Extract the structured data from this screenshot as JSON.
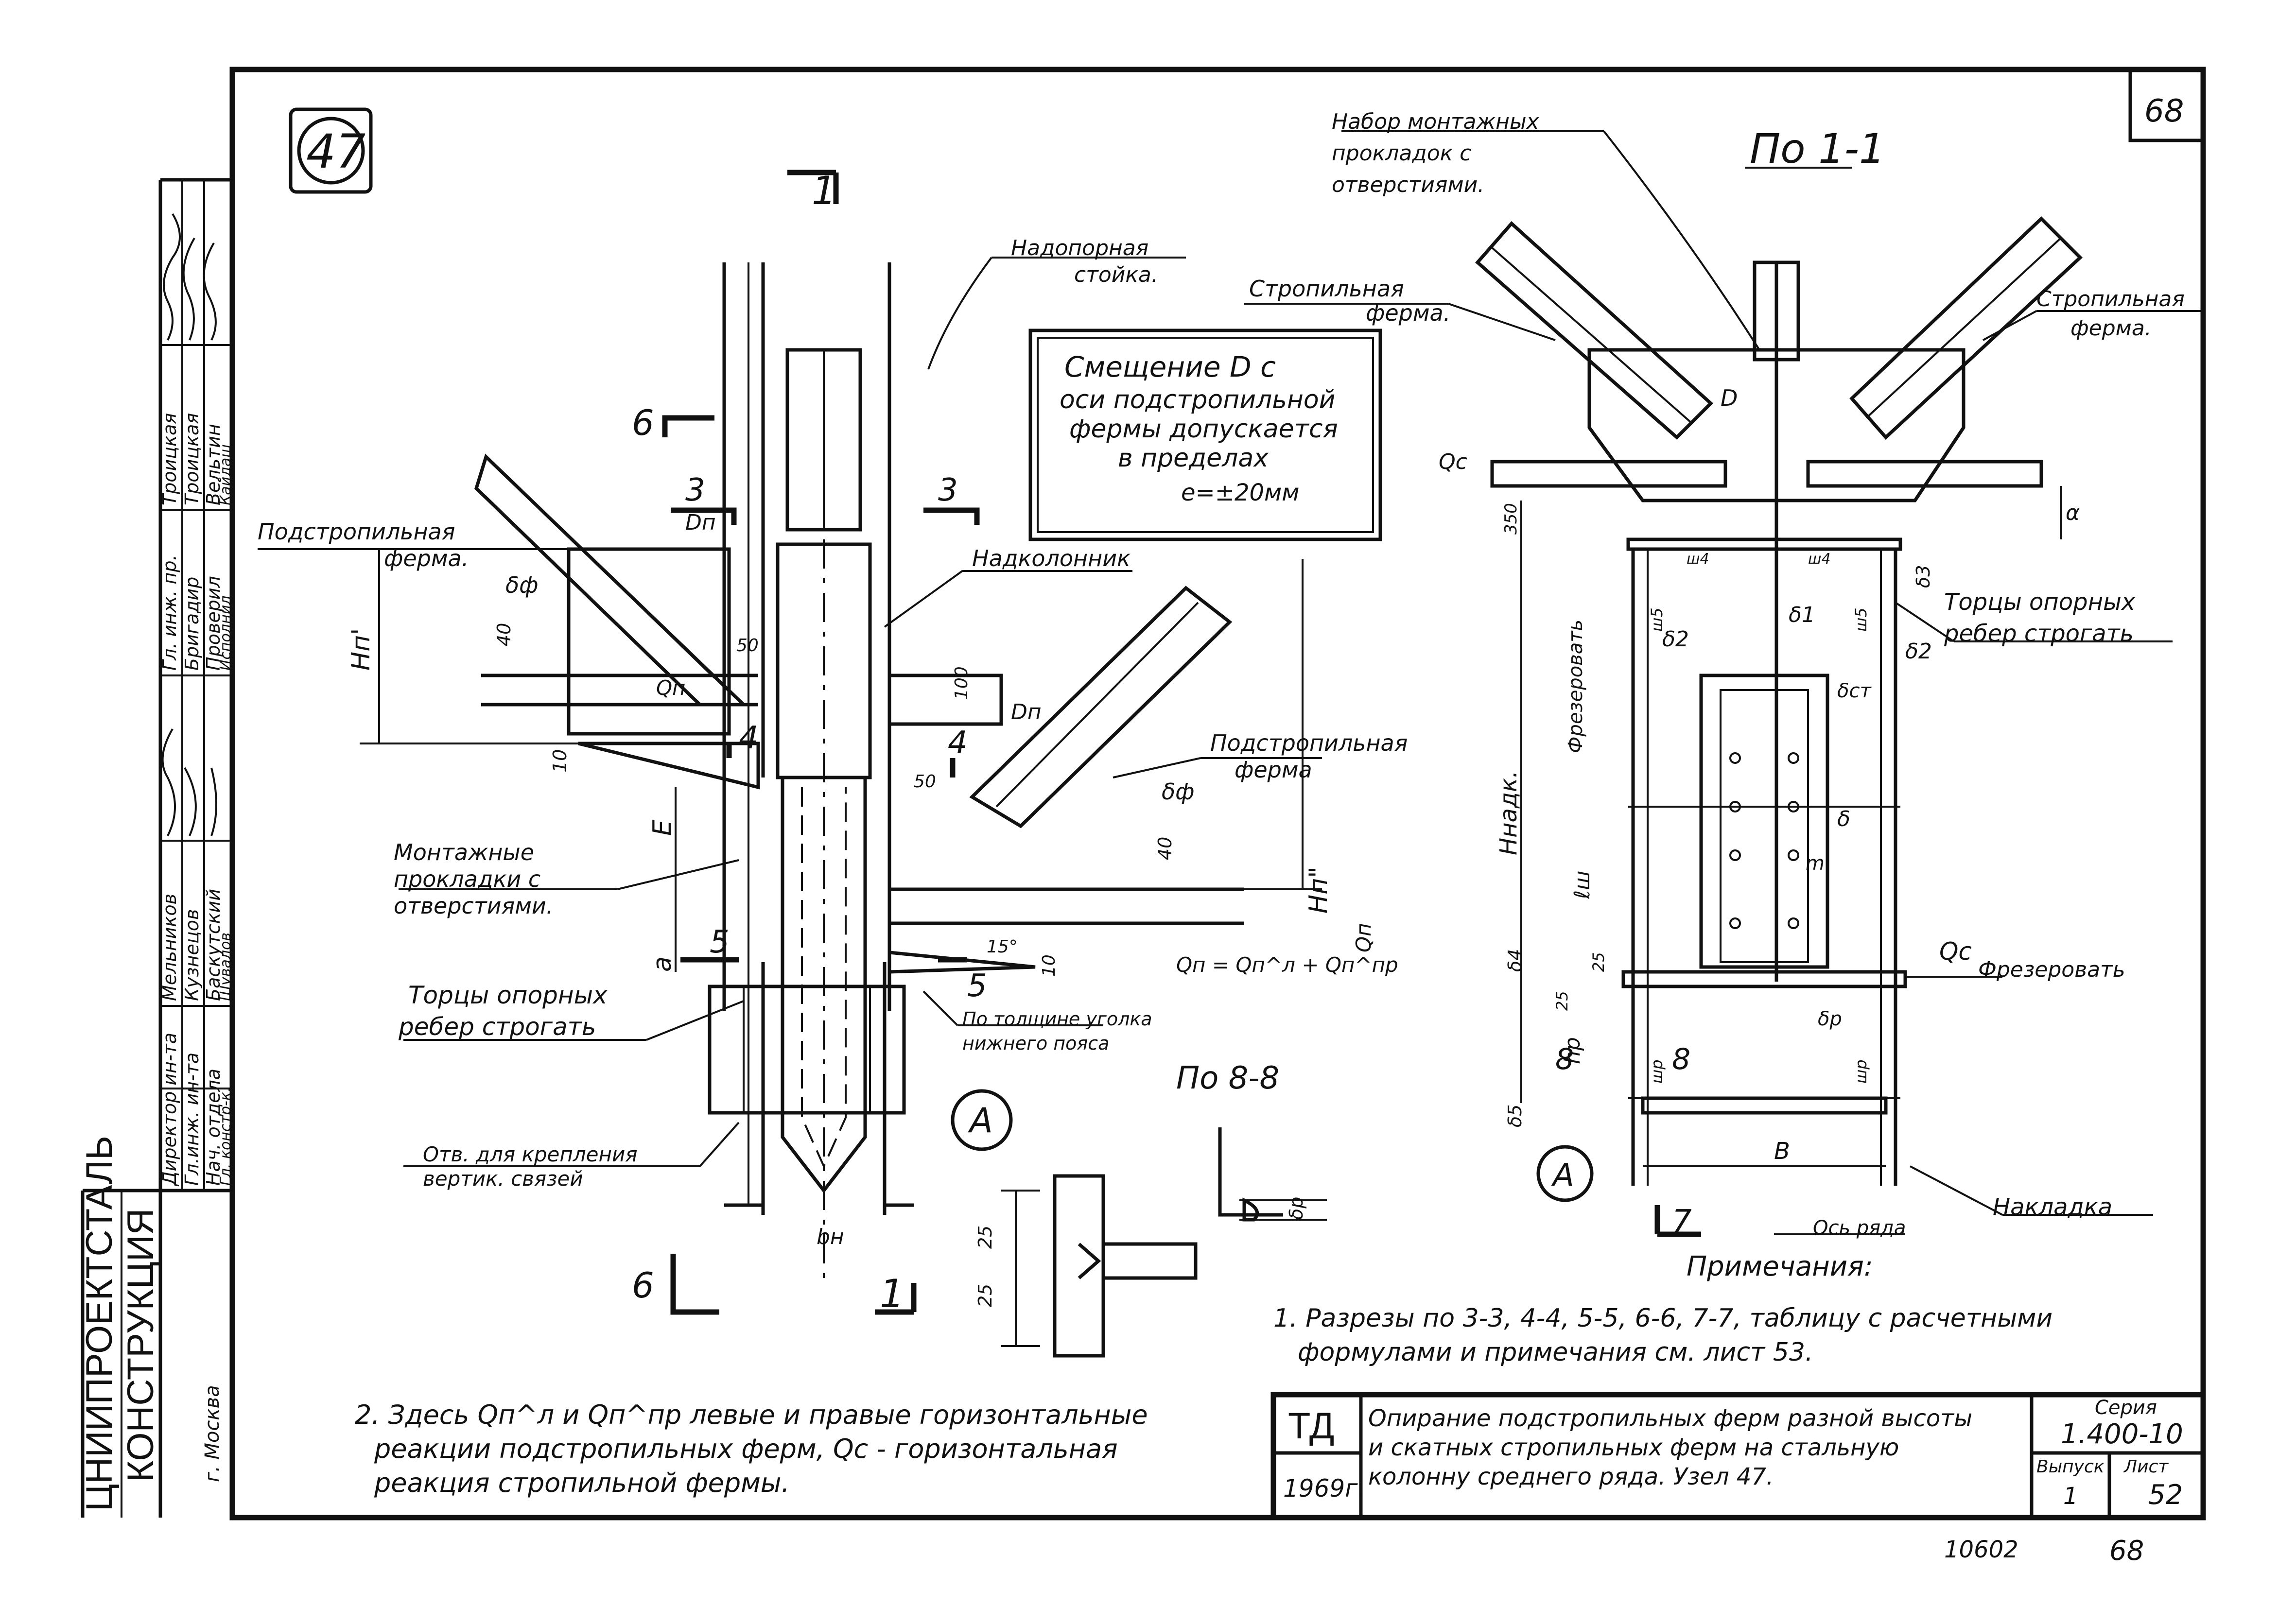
{
  "sheet": {
    "node_number": "47",
    "page_number_top": "68",
    "archive_number": "10602",
    "page_number_bottom": "68"
  },
  "side_stamp": {
    "org_line1": "ЦНИИПРОЕКТСТАЛЬ",
    "org_line2": "КОНСТРУКЦИЯ",
    "city": "г. Москва",
    "roles": [
      "Директор ин-та",
      "Гл.инж. ин-та",
      "Нач. отдела",
      "Гл. констр-к.",
      "Гл. инж. пр.",
      "Бригадир",
      "Проверил",
      "Исполнил"
    ],
    "names": [
      "Мельников",
      "Кузнецов",
      "Баскутский",
      "Шувалов",
      "Троицкая",
      "Троицкая",
      "Вельтин",
      "Кайдаш"
    ]
  },
  "title_block": {
    "code": "ТД",
    "year": "1969г.",
    "title_line1": "Опирание подстропильных ферм разной высоты",
    "title_line2": "и скатных стропильных ферм на стальную",
    "title_line3": "колонну среднего ряда. Узел 47.",
    "series_label": "Серия",
    "series_value": "1.400-10",
    "issue_label": "Выпуск",
    "issue_value": "1",
    "sheet_label": "Лист",
    "sheet_value": "52"
  },
  "left_view": {
    "section_1_top": "1",
    "section_1_bottom": "1",
    "section_6_top": "6",
    "section_6_bottom": "6",
    "section_3_left": "3",
    "section_3_right": "3",
    "section_4_left": "4",
    "section_4_right": "4",
    "section_5_left": "5",
    "section_5_right": "5",
    "label_nadopornaya": "Надопорная",
    "label_stoyka": "стойка.",
    "label_podstrop_left_1": "Подстропильная",
    "label_podstrop_left_2": "ферма.",
    "label_nadkolonnik": "Надколонник",
    "label_podstrop_right_1": "Подстропильная",
    "label_podstrop_right_2": "ферма",
    "label_montazh_1": "Монтажные",
    "label_montazh_2": "прокладки с",
    "label_montazh_3": "отверстиями.",
    "label_tortsy_1": "Торцы опорных",
    "label_tortsy_2": "ребер строгать",
    "label_otv_1": "Отв. для крепления",
    "label_otv_2": "вертик. связей",
    "label_po_tolshchine_1": "По толщине уголка",
    "label_po_tolshchine_2": "нижнего пояса",
    "label_po_8_8": "По 8-8",
    "label_circle_A": "А",
    "dim_Hn1": "Hп'",
    "dim_Hn2": "Hп\"",
    "dim_E": "E",
    "dim_a": "a",
    "dim_10_left": "10",
    "dim_40_left": "40",
    "dim_40_right": "40",
    "dim_50_a": "50",
    "dim_50_b": "50",
    "dim_100": "100",
    "dim_10_right": "10",
    "dim_15deg": "15°",
    "dim_Dn_left": "Dп",
    "dim_Dn_right": "Dп",
    "dim_delta_f_left": "δф",
    "dim_delta_f_right": "δф",
    "dim_Qn_left": "Qп",
    "dim_Qn_right": "Qп",
    "formula_Qn": "Qп = Qп^л + Qп^пр",
    "dim_bn": "bн",
    "dim_25_a": "25",
    "dim_25_b": "25",
    "dim_delta_r": "δр"
  },
  "note_box": {
    "line1": "Смещение D  с",
    "line2": "оси подстропильной",
    "line3": "фермы допускается",
    "line4": "в пределах",
    "line5": "e=±20мм"
  },
  "right_view": {
    "section_title": "По 1-1",
    "label_nabor_1": "Набор монтажных",
    "label_nabor_2": "прокладок с",
    "label_nabor_3": "отверстиями.",
    "label_stropilnaya_left_1": "Стропильная",
    "label_stropilnaya_left_2": "ферма.",
    "label_stropilnaya_right_1": "Стропильная",
    "label_stropilnaya_right_2": "ферма.",
    "label_tortsy_1": "Торцы опорных",
    "label_tortsy_2": "ребер строгать",
    "label_frezerovat_left": "Фрезеровать",
    "label_frezerovat_right": "Фрезеровать",
    "label_nakladka": "Накладка",
    "label_os_ryada": "Ось ряда",
    "section_7": "7",
    "dim_Qc_left": "Qс",
    "dim_Qc_right": "Qс",
    "dim_D": "D",
    "dim_350": "350",
    "dim_alpha": "α",
    "dim_Hnadk": "Hнадк.",
    "dim_lsh": "ℓш",
    "dim_hr": "hр",
    "dim_B": "B",
    "dim_delta1": "δ1",
    "dim_delta2_left": "δ2",
    "dim_delta2_right": "δ2",
    "dim_delta3": "δ3",
    "dim_delta4": "δ4",
    "dim_delta5": "δ5",
    "dim_delta_st": "δст",
    "dim_delta": "δ",
    "dim_delta_r": "δр",
    "dim_m": "m",
    "dim_sh4_a": "ш4",
    "dim_sh4_b": "ш4",
    "dim_sh5_a": "ш5",
    "dim_sh5_b": "ш5",
    "dim_shr_a": "шр",
    "dim_shr_b": "шр",
    "dim_8_a": "8",
    "dim_8_b": "8",
    "dim_25": "25",
    "dim_25b": "25",
    "circle_A": "А"
  },
  "notes": {
    "heading": "Примечания:",
    "note1_line1": "1. Разрезы по 3-3, 4-4, 5-5, 6-6, 7-7, таблицу с расчетными",
    "note1_line2": "формулами и примечания см.      лист   53.",
    "note2_line1": "2. Здесь Qп^л и Qп^пр  левые и правые горизонтальные",
    "note2_line2": "реакции подстропильных ферм, Qс - горизонтальная",
    "note2_line3": "реакция стропильной фермы."
  }
}
